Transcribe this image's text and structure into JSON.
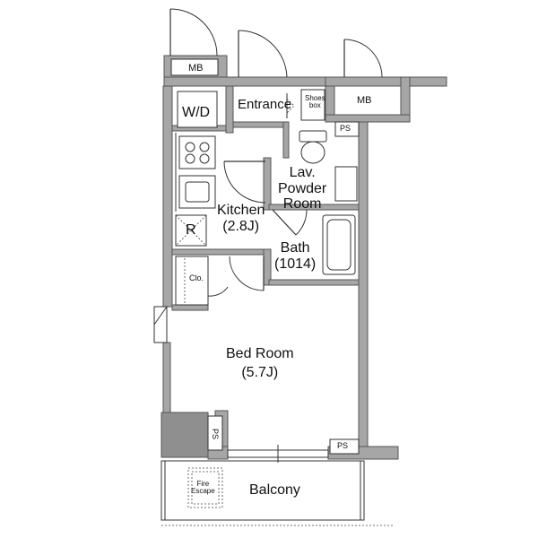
{
  "rooms": {
    "bed_room": {
      "name": "Bed Room",
      "size": "(5.7J)"
    },
    "kitchen": {
      "name": "Kitchen",
      "size": "(2.8J)"
    },
    "bath": {
      "name": "Bath",
      "size": "(1014)"
    },
    "lavatory": {
      "line1": "Lav.",
      "line2": "Powder",
      "line3": "Room"
    },
    "entrance": "Entrance",
    "balcony": "Balcony"
  },
  "fixtures": {
    "wd": "W/D",
    "refrigerator": "R",
    "closet": "Clo.",
    "shoes_box_line1": "Shoes",
    "shoes_box_line2": "box",
    "mb_left": "MB",
    "mb_right": "MB",
    "ps_top": "PS",
    "ps_left": "PS",
    "ps_bottom": "PS",
    "fire_escape_line1": "Fire",
    "fire_escape_line2": "Escape"
  }
}
